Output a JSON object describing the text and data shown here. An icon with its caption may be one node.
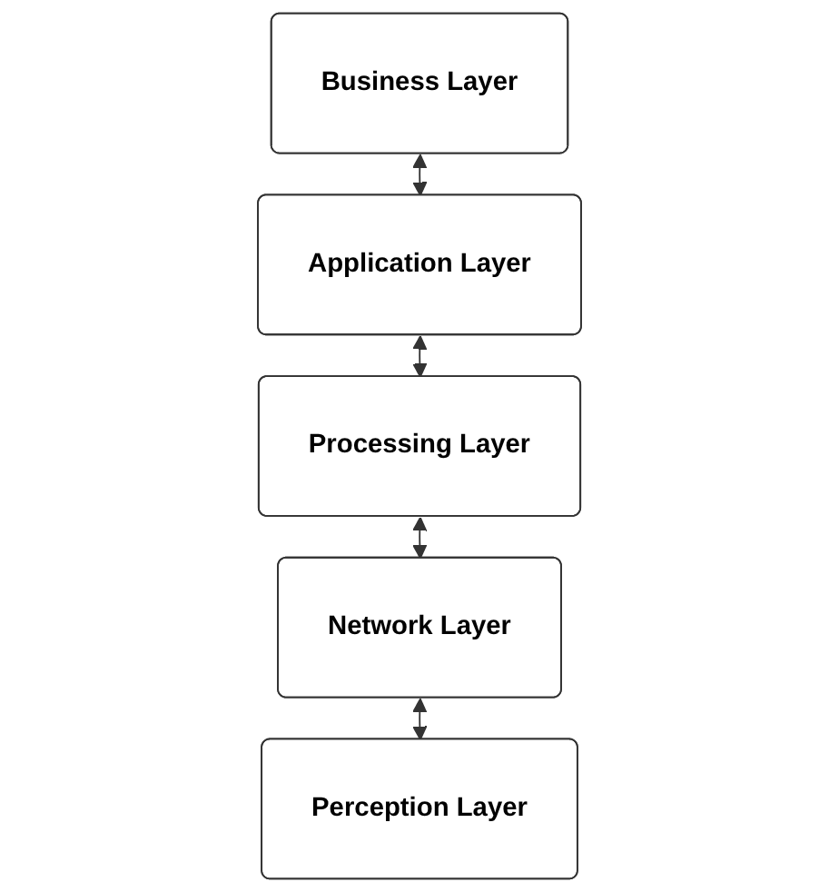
{
  "diagram": {
    "nodes": [
      {
        "text": [
          "Business Layer"
        ]
      },
      {
        "text": [
          "Application Layer"
        ]
      },
      {
        "text": [
          "Processing Layer"
        ]
      },
      {
        "text": [
          "Network Layer"
        ]
      },
      {
        "text": [
          "Perception Layer"
        ]
      }
    ],
    "edges": [
      {
        "from": 0,
        "to": 1,
        "arrow": "both"
      },
      {
        "from": 1,
        "to": 2,
        "arrow": "both"
      },
      {
        "from": 2,
        "to": 3,
        "arrow": "both"
      },
      {
        "from": 3,
        "to": 4,
        "arrow": "both"
      }
    ]
  }
}
